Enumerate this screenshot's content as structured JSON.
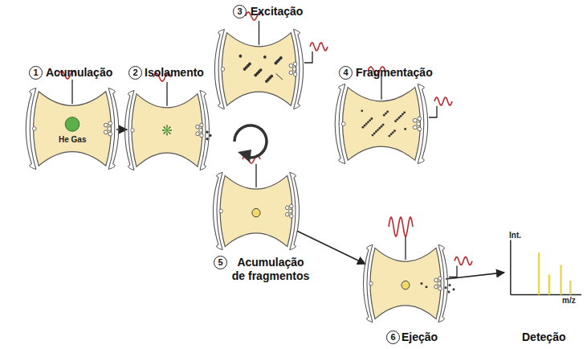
{
  "diagram": {
    "nodes": [
      {
        "text": [
          "Acumulação",
          "He Gas"
        ]
      },
      {
        "text": [
          "Isolamento"
        ]
      },
      {
        "text": [
          "Excitação"
        ]
      },
      {
        "text": [
          "Fragmentação"
        ]
      },
      {
        "text": [
          "Acumulação de fragmentos"
        ]
      },
      {
        "text": [
          "Ejeção"
        ]
      },
      {
        "text": [
          "Deteção",
          "Int.",
          "m/z"
        ]
      }
    ],
    "edges": [
      {
        "from": 0,
        "to": 1,
        "arrow": "to"
      },
      {
        "from": 4,
        "to": 5,
        "arrow": "to"
      },
      {
        "from": 5,
        "to": 6,
        "arrow": "to"
      }
    ],
    "labels": [
      "1",
      "2",
      "3",
      "4",
      "5",
      "6"
    ]
  }
}
